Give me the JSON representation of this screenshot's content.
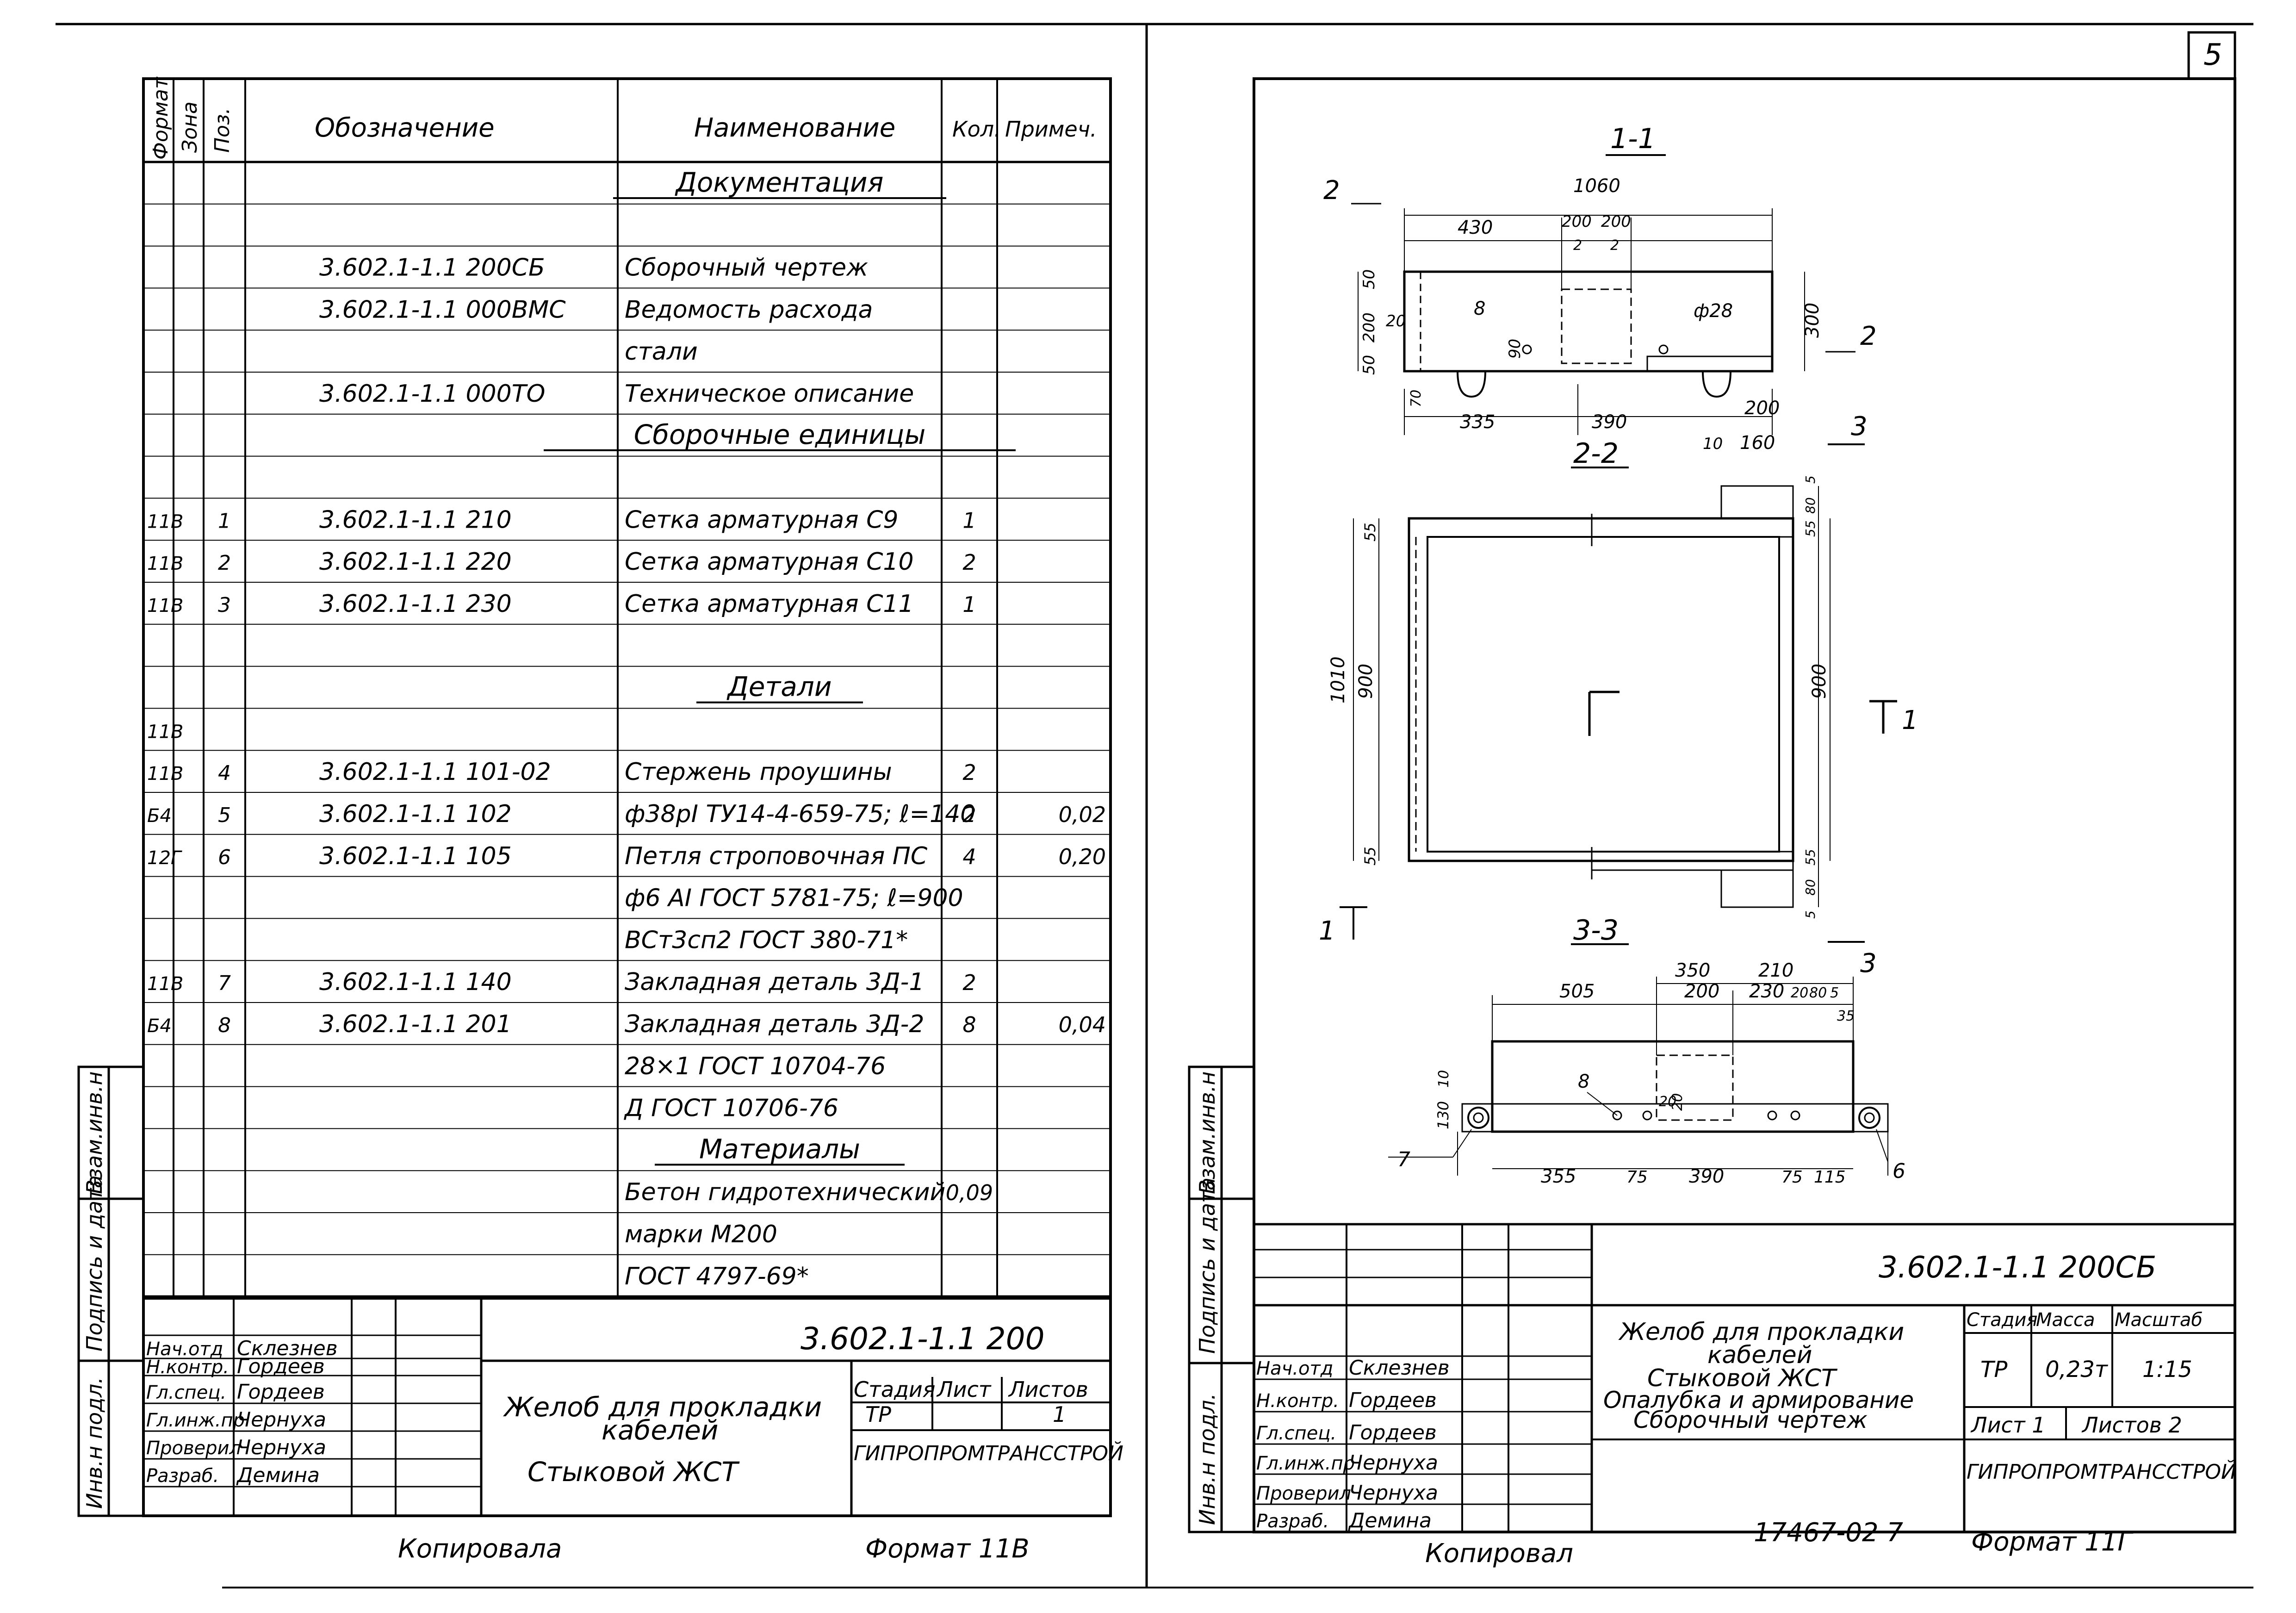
{
  "left": {
    "header": {
      "format": "Формат",
      "zone": "Зона",
      "pos": "Поз.",
      "designation": "Обозначение",
      "name": "Наименование",
      "qty": "Кол.",
      "note": "Примеч."
    },
    "rows": [
      {
        "format": "",
        "pos": "",
        "designation": "",
        "name": "Документация",
        "qty": "",
        "note": ""
      },
      {
        "format": "",
        "pos": "",
        "designation": "",
        "name": "",
        "qty": "",
        "note": ""
      },
      {
        "format": "",
        "pos": "",
        "designation": "3.602.1-1.1 200СБ",
        "name": "Сборочный чертеж",
        "qty": "",
        "note": ""
      },
      {
        "format": "",
        "pos": "",
        "designation": "3.602.1-1.1 000ВМС",
        "name": "Ведомость расхода",
        "qty": "",
        "note": ""
      },
      {
        "format": "",
        "pos": "",
        "designation": "",
        "name": "стали",
        "qty": "",
        "note": ""
      },
      {
        "format": "",
        "pos": "",
        "designation": "3.602.1-1.1 000ТО",
        "name": "Техническое описание",
        "qty": "",
        "note": ""
      },
      {
        "format": "",
        "pos": "",
        "designation": "",
        "name": "Сборочные единицы",
        "qty": "",
        "note": ""
      },
      {
        "format": "",
        "pos": "",
        "designation": "",
        "name": "",
        "qty": "",
        "note": ""
      },
      {
        "format": "11В",
        "pos": "1",
        "designation": "3.602.1-1.1 210",
        "name": "Сетка арматурная С9",
        "qty": "1",
        "note": ""
      },
      {
        "format": "11В",
        "pos": "2",
        "designation": "3.602.1-1.1 220",
        "name": "Сетка арматурная С10",
        "qty": "2",
        "note": ""
      },
      {
        "format": "11В",
        "pos": "3",
        "designation": "3.602.1-1.1 230",
        "name": "Сетка арматурная С11",
        "qty": "1",
        "note": ""
      },
      {
        "format": "",
        "pos": "",
        "designation": "",
        "name": "",
        "qty": "",
        "note": ""
      },
      {
        "format": "",
        "pos": "",
        "designation": "",
        "name": "Детали",
        "qty": "",
        "note": ""
      },
      {
        "format": "11В",
        "pos": "",
        "designation": "",
        "name": "",
        "qty": "",
        "note": ""
      },
      {
        "format": "11В",
        "pos": "4",
        "designation": "3.602.1-1.1 101-02",
        "name": "Стержень проушины",
        "qty": "2",
        "note": ""
      },
      {
        "format": "Б4",
        "pos": "5",
        "designation": "3.602.1-1.1 102",
        "name": "ф38рI ТУ14-4-659-75; ℓ=140",
        "qty": "2",
        "note": "0,02"
      },
      {
        "format": "12Г",
        "pos": "6",
        "designation": "3.602.1-1.1 105",
        "name": "Петля строповочная ПС",
        "qty": "4",
        "note": "0,20"
      },
      {
        "format": "",
        "pos": "",
        "designation": "",
        "name": "ф6 АI ГОСТ 5781-75; ℓ=900",
        "qty": "",
        "note": ""
      },
      {
        "format": "",
        "pos": "",
        "designation": "",
        "name": "ВСт3сп2 ГОСТ 380-71*",
        "qty": "",
        "note": ""
      },
      {
        "format": "11В",
        "pos": "7",
        "designation": "3.602.1-1.1 140",
        "name": "Закладная деталь 3Д-1",
        "qty": "2",
        "note": ""
      },
      {
        "format": "Б4",
        "pos": "8",
        "designation": "3.602.1-1.1 201",
        "name": "Закладная деталь 3Д-2",
        "qty": "8",
        "note": "0,04"
      },
      {
        "format": "",
        "pos": "",
        "designation": "",
        "name": "28×1 ГОСТ 10704-76",
        "qty": "",
        "note": ""
      },
      {
        "format": "",
        "pos": "",
        "designation": "",
        "name": "Д ГОСТ 10706-76",
        "qty": "",
        "note": ""
      },
      {
        "format": "",
        "pos": "",
        "designation": "",
        "name": "Материалы",
        "qty": "",
        "note": ""
      },
      {
        "format": "",
        "pos": "",
        "designation": "",
        "name": "Бетон гидротехнический",
        "qty": "0,09",
        "note": ""
      },
      {
        "format": "",
        "pos": "",
        "designation": "",
        "name": "марки М200",
        "qty": "",
        "note": ""
      },
      {
        "format": "",
        "pos": "",
        "designation": "",
        "name": "ГОСТ 4797-69*",
        "qty": "",
        "note": ""
      }
    ],
    "title_block": {
      "code": "3.602.1-1.1 200",
      "title": [
        "Желоб для прокладки",
        "кабелей",
        "Стыковой ЖСТ"
      ],
      "stage_label": "Стадия",
      "sheet_label": "Лист",
      "sheets_label": "Листов",
      "stage": "ТР",
      "sheet": "",
      "sheets": "1",
      "org": "ГИПРОПРОМТРАНССТРОЙ",
      "roles": [
        "Нач.отд",
        "Н.контр.",
        "Гл.спец.",
        "Гл.инж.пр",
        "Проверил",
        "Разраб."
      ],
      "names": [
        "Склезнев",
        "Гордеев",
        "Гордеев",
        "Чернуха",
        "Чернуха",
        "Демина"
      ]
    },
    "side_labels": [
      "Инв.н подл.",
      "Подпись и дата",
      "Взам.инв.н"
    ],
    "copied": "Копировала",
    "format": "Формат 11В"
  },
  "right": {
    "sheet_no": "5",
    "sections": {
      "s11": "1-1",
      "s22": "2-2",
      "s33": "3-3",
      "m1": "1",
      "m2": "2",
      "m3": "3"
    },
    "dims": {
      "d1060": "1060",
      "d430": "430",
      "d200a": "200",
      "d200b": "200",
      "d2a": "2",
      "d2b": "2",
      "d50a": "50",
      "d200c": "200",
      "d50b": "50",
      "d20a": "20",
      "d8a": "8",
      "d90": "90",
      "d28": "ф28",
      "d300": "300",
      "d70": "70",
      "d335": "335",
      "d390a": "390",
      "d200d": "200",
      "d10a": "10",
      "d160": "160",
      "d55a": "55",
      "d55b": "55",
      "d1010": "1010",
      "d900a": "900",
      "d900b": "900",
      "d5a": "5",
      "d80a": "80",
      "d55c": "55",
      "d55d": "55",
      "d80b": "80",
      "d5b": "5",
      "d350": "350",
      "d210": "210",
      "d505": "505",
      "d200e": "200",
      "d230": "230",
      "d20b": "20",
      "d80c": "80",
      "d5c": "5",
      "d35": "35",
      "d130": "130",
      "d10b": "10",
      "d8b": "8",
      "d20c": "20",
      "d20d": "20",
      "d7": "7",
      "d6": "6",
      "d355": "355",
      "d75a": "75",
      "d390b": "390",
      "d75b": "75",
      "d115": "115"
    },
    "title_block": {
      "code": "3.602.1-1.1 200СБ",
      "title": [
        "Желоб для прокладки",
        "кабелей",
        "Стыковой ЖСТ",
        "Опалубка и армирование",
        "Сборочный чертеж"
      ],
      "stage_label": "Стадия",
      "mass_label": "Масса",
      "scale_label": "Масштаб",
      "stage": "ТР",
      "mass": "0,23т",
      "scale": "1:15",
      "sheet": "Лист 1",
      "sheets": "Листов 2",
      "org": "ГИПРОПРОМТРАНССТРОЙ",
      "roles": [
        "Нач.отд",
        "Н.контр.",
        "Гл.спец.",
        "Гл.инж.пр",
        "Проверил",
        "Разраб."
      ],
      "names": [
        "Склезнев",
        "Гордеев",
        "Гордеев",
        "Чернуха",
        "Чернуха",
        "Демина"
      ]
    },
    "side_labels": [
      "Инв.н подл.",
      "Подпись и дата",
      "Взам.инв.н"
    ],
    "copied": "Копировал",
    "inv": "17467-02 7",
    "format": "Формат 11Г"
  }
}
